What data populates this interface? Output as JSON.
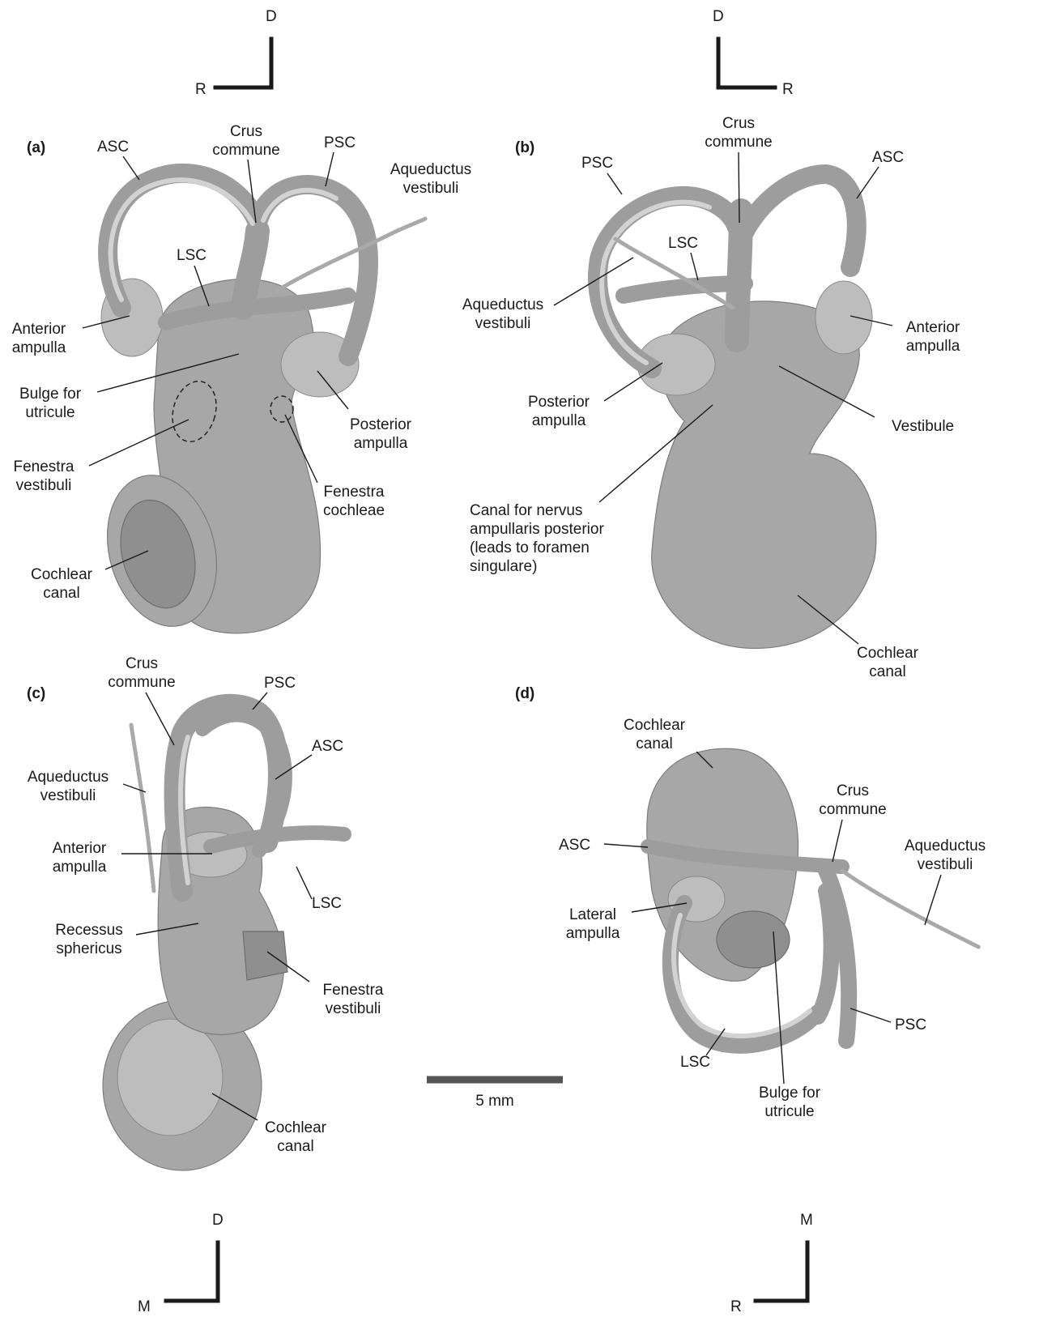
{
  "panels": {
    "a": {
      "label": "(a)",
      "orientation": {
        "vertical": "D",
        "horizontal": "R"
      },
      "labels": {
        "asc": "ASC",
        "crus_1": "Crus",
        "crus_2": "commune",
        "psc": "PSC",
        "aqueductus_1": "Aqueductus",
        "aqueductus_2": "vestibuli",
        "lsc": "LSC",
        "anterior_ampulla_1": "Anterior",
        "anterior_ampulla_2": "ampulla",
        "bulge_1": "Bulge for",
        "bulge_2": "utricule",
        "fenestra_vestibuli_1": "Fenestra",
        "fenestra_vestibuli_2": "vestibuli",
        "cochlear_1": "Cochlear",
        "cochlear_2": "canal",
        "posterior_ampulla_1": "Posterior",
        "posterior_ampulla_2": "ampulla",
        "fenestra_cochleae_1": "Fenestra",
        "fenestra_cochleae_2": "cochleae"
      }
    },
    "b": {
      "label": "(b)",
      "orientation": {
        "vertical": "D",
        "horizontal": "R"
      },
      "labels": {
        "psc": "PSC",
        "crus_1": "Crus",
        "crus_2": "commune",
        "asc": "ASC",
        "lsc": "LSC",
        "aqueductus_1": "Aqueductus",
        "aqueductus_2": "vestibuli",
        "anterior_ampulla_1": "Anterior",
        "anterior_ampulla_2": "ampulla",
        "posterior_ampulla_1": "Posterior",
        "posterior_ampulla_2": "ampulla",
        "vestibule": "Vestibule",
        "canal_nervus_1": "Canal for nervus",
        "canal_nervus_2": "ampullaris posterior",
        "canal_nervus_3": "(leads to foramen",
        "canal_nervus_4": "singulare)",
        "cochlear_1": "Cochlear",
        "cochlear_2": "canal"
      }
    },
    "c": {
      "label": "(c)",
      "orientation": {
        "vertical": "D",
        "horizontal": "M"
      },
      "labels": {
        "crus_1": "Crus",
        "crus_2": "commune",
        "psc": "PSC",
        "asc": "ASC",
        "aqueductus_1": "Aqueductus",
        "aqueductus_2": "vestibuli",
        "anterior_ampulla_1": "Anterior",
        "anterior_ampulla_2": "ampulla",
        "lsc": "LSC",
        "recessus_1": "Recessus",
        "recessus_2": "sphericus",
        "fenestra_vestibuli_1": "Fenestra",
        "fenestra_vestibuli_2": "vestibuli",
        "cochlear_1": "Cochlear",
        "cochlear_2": "canal"
      }
    },
    "d": {
      "label": "(d)",
      "orientation": {
        "vertical": "M",
        "horizontal": "R"
      },
      "labels": {
        "cochlear_1": "Cochlear",
        "cochlear_2": "canal",
        "crus_1": "Crus",
        "crus_2": "commune",
        "asc": "ASC",
        "aqueductus_1": "Aqueductus",
        "aqueductus_2": "vestibuli",
        "lateral_ampulla_1": "Lateral",
        "lateral_ampulla_2": "ampulla",
        "psc": "PSC",
        "lsc": "LSC",
        "bulge_1": "Bulge for",
        "bulge_2": "utricule"
      }
    }
  },
  "scale_bar": {
    "label": "5 mm"
  },
  "colors": {
    "specimen": "#a7a7a7",
    "specimen_dark": "#8f8f8f",
    "highlight": "#d2d2d2",
    "ink": "#1a1a1a"
  }
}
